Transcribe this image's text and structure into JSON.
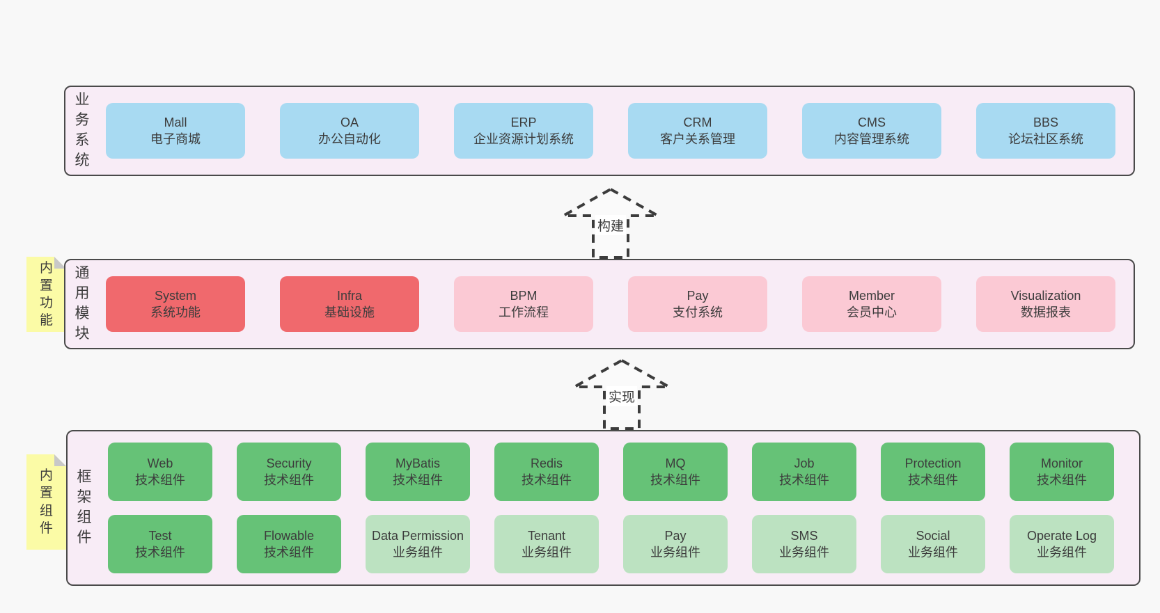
{
  "notes": [
    {
      "text": "内置功能"
    },
    {
      "text": "内置组件"
    }
  ],
  "arrows": [
    {
      "label": "构建"
    },
    {
      "label": "实现"
    }
  ],
  "sections": [
    {
      "label": "业务系统",
      "boxes": [
        {
          "title": "Mall",
          "subtitle": "电子商城",
          "variant": "blue"
        },
        {
          "title": "OA",
          "subtitle": "办公自动化",
          "variant": "blue"
        },
        {
          "title": "ERP",
          "subtitle": "企业资源计划系统",
          "variant": "blue"
        },
        {
          "title": "CRM",
          "subtitle": "客户关系管理",
          "variant": "blue"
        },
        {
          "title": "CMS",
          "subtitle": "内容管理系统",
          "variant": "blue"
        },
        {
          "title": "BBS",
          "subtitle": "论坛社区系统",
          "variant": "blue"
        }
      ]
    },
    {
      "label": "通用模块",
      "boxes": [
        {
          "title": "System",
          "subtitle": "系统功能",
          "variant": "red"
        },
        {
          "title": "Infra",
          "subtitle": "基础设施",
          "variant": "red"
        },
        {
          "title": "BPM",
          "subtitle": "工作流程",
          "variant": "pink"
        },
        {
          "title": "Pay",
          "subtitle": "支付系统",
          "variant": "pink"
        },
        {
          "title": "Member",
          "subtitle": "会员中心",
          "variant": "pink"
        },
        {
          "title": "Visualization",
          "subtitle": "数据报表",
          "variant": "pink"
        }
      ]
    },
    {
      "label": "框架组件",
      "boxes": [
        {
          "title": "Web",
          "subtitle": "技术组件",
          "variant": "green"
        },
        {
          "title": "Security",
          "subtitle": "技术组件",
          "variant": "green"
        },
        {
          "title": "MyBatis",
          "subtitle": "技术组件",
          "variant": "green"
        },
        {
          "title": "Redis",
          "subtitle": "技术组件",
          "variant": "green"
        },
        {
          "title": "MQ",
          "subtitle": "技术组件",
          "variant": "green"
        },
        {
          "title": "Job",
          "subtitle": "技术组件",
          "variant": "green"
        },
        {
          "title": "Protection",
          "subtitle": "技术组件",
          "variant": "green"
        },
        {
          "title": "Monitor",
          "subtitle": "技术组件",
          "variant": "green"
        },
        {
          "title": "Test",
          "subtitle": "技术组件",
          "variant": "green"
        },
        {
          "title": "Flowable",
          "subtitle": "技术组件",
          "variant": "green"
        },
        {
          "title": "Data Permission",
          "subtitle": "业务组件",
          "variant": "lightgreen"
        },
        {
          "title": "Tenant",
          "subtitle": "业务组件",
          "variant": "lightgreen"
        },
        {
          "title": "Pay",
          "subtitle": "业务组件",
          "variant": "lightgreen"
        },
        {
          "title": "SMS",
          "subtitle": "业务组件",
          "variant": "lightgreen"
        },
        {
          "title": "Social",
          "subtitle": "业务组件",
          "variant": "lightgreen"
        },
        {
          "title": "Operate Log",
          "subtitle": "业务组件",
          "variant": "lightgreen"
        }
      ]
    }
  ],
  "colors": {
    "background": "#f8f8f8",
    "panel_bg": "#f8ecf6",
    "panel_border": "#4a4a4a",
    "blue_box": "#a8daf2",
    "red_box": "#f0696d",
    "pink_box": "#fbc9d4",
    "green_box": "#66c277",
    "light_green_box": "#bce2c1",
    "note_yellow": "#fbfba6",
    "note_fold_gray": "#c8c8c8",
    "text": "#3c3c3c"
  }
}
